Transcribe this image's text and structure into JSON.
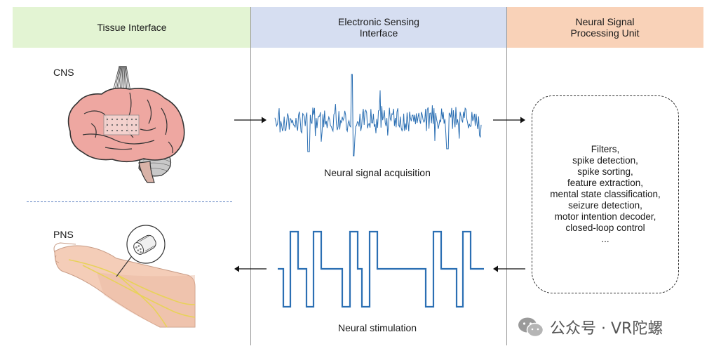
{
  "headers": {
    "tissue": "Tissue Interface",
    "sensing_line1": "Electronic Sensing",
    "sensing_line2": "Interface",
    "processing_line1": "Neural Signal",
    "processing_line2": "Processing Unit"
  },
  "colors": {
    "tissue_header": "#e3f4d3",
    "sensing_header": "#d6def1",
    "processing_header": "#f9d2b8",
    "signal_blue": "#2b6fb3"
  },
  "labels": {
    "cns": "CNS",
    "pns": "PNS",
    "acquisition": "Neural signal acquisition",
    "stimulation": "Neural stimulation"
  },
  "processing_items": [
    "Filters,",
    "spike detection,",
    "spike sorting,",
    "feature extraction,",
    "mental state classification,",
    "seizure detection,",
    "motor intention decoder,",
    "closed-loop control",
    "..."
  ],
  "watermark": "公众号 · VR陀螺",
  "icons": {
    "brain": "brain-illustration",
    "arm": "arm-illustration",
    "nerve_cuff": "nerve-cuff-icon",
    "watermark": "wechat-icon"
  }
}
